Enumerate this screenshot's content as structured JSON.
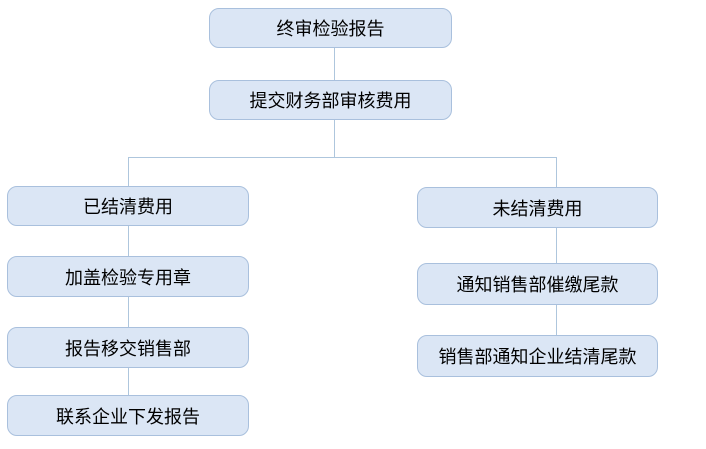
{
  "diagram": {
    "type": "flowchart",
    "background_color": "#ffffff",
    "node_fill_color": "#dbe6f5",
    "node_border_color": "#a9c0dd",
    "connector_color": "#aec6dd",
    "text_color": "#000000",
    "nodes": [
      {
        "id": "final-inspection-report",
        "label": "终审检验报告"
      },
      {
        "id": "submit-finance-review-fees",
        "label": "提交财务部审核费用"
      },
      {
        "id": "fees-settled",
        "label": "已结清费用"
      },
      {
        "id": "stamp-inspection-seal",
        "label": "加盖检验专用章"
      },
      {
        "id": "report-transfer-to-sales",
        "label": "报告移交销售部"
      },
      {
        "id": "contact-enterprise-issue-report",
        "label": "联系企业下发报告"
      },
      {
        "id": "fees-unsettled",
        "label": "未结清费用"
      },
      {
        "id": "notify-sales-collect-balance",
        "label": "通知销售部催缴尾款"
      },
      {
        "id": "sales-notify-enterprise-settle",
        "label": "销售部通知企业结清尾款"
      }
    ],
    "edges": [
      {
        "from": "final-inspection-report",
        "to": "submit-finance-review-fees"
      },
      {
        "from": "submit-finance-review-fees",
        "to": "fees-settled"
      },
      {
        "from": "submit-finance-review-fees",
        "to": "fees-unsettled"
      },
      {
        "from": "fees-settled",
        "to": "stamp-inspection-seal"
      },
      {
        "from": "stamp-inspection-seal",
        "to": "report-transfer-to-sales"
      },
      {
        "from": "report-transfer-to-sales",
        "to": "contact-enterprise-issue-report"
      },
      {
        "from": "fees-unsettled",
        "to": "notify-sales-collect-balance"
      },
      {
        "from": "notify-sales-collect-balance",
        "to": "sales-notify-enterprise-settle"
      }
    ]
  }
}
